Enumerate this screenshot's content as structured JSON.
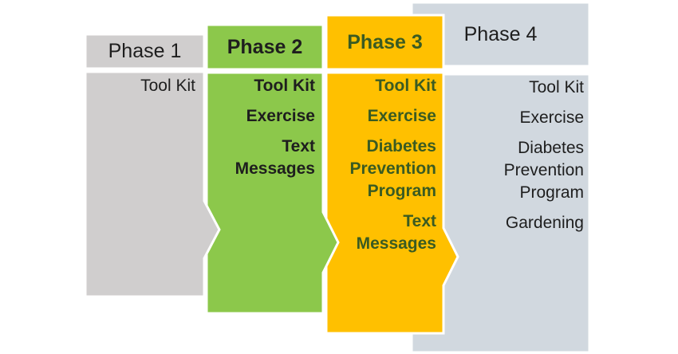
{
  "colors": {
    "phase1": "#D0CECE",
    "phase2": "#8CC84B",
    "phase3": "#FFC000",
    "phase4": "#D1D8DF",
    "outline": "#FFFFFF",
    "phase3_text": "#3A5B22",
    "default_text": "#1E1E1E"
  },
  "phases": [
    {
      "label": "Phase 1",
      "items": [
        "Tool Kit"
      ]
    },
    {
      "label": "Phase 2",
      "items": [
        "Tool Kit",
        "Exercise",
        "Text\nMessages"
      ]
    },
    {
      "label": "Phase 3",
      "items": [
        "Tool Kit",
        "Exercise",
        "Diabetes\nPrevention\nProgram",
        "Text\nMessages"
      ]
    },
    {
      "label": "Phase 4",
      "items": [
        "Tool Kit",
        "Exercise",
        "Diabetes\nPrevention\nProgram",
        "Gardening"
      ]
    }
  ]
}
